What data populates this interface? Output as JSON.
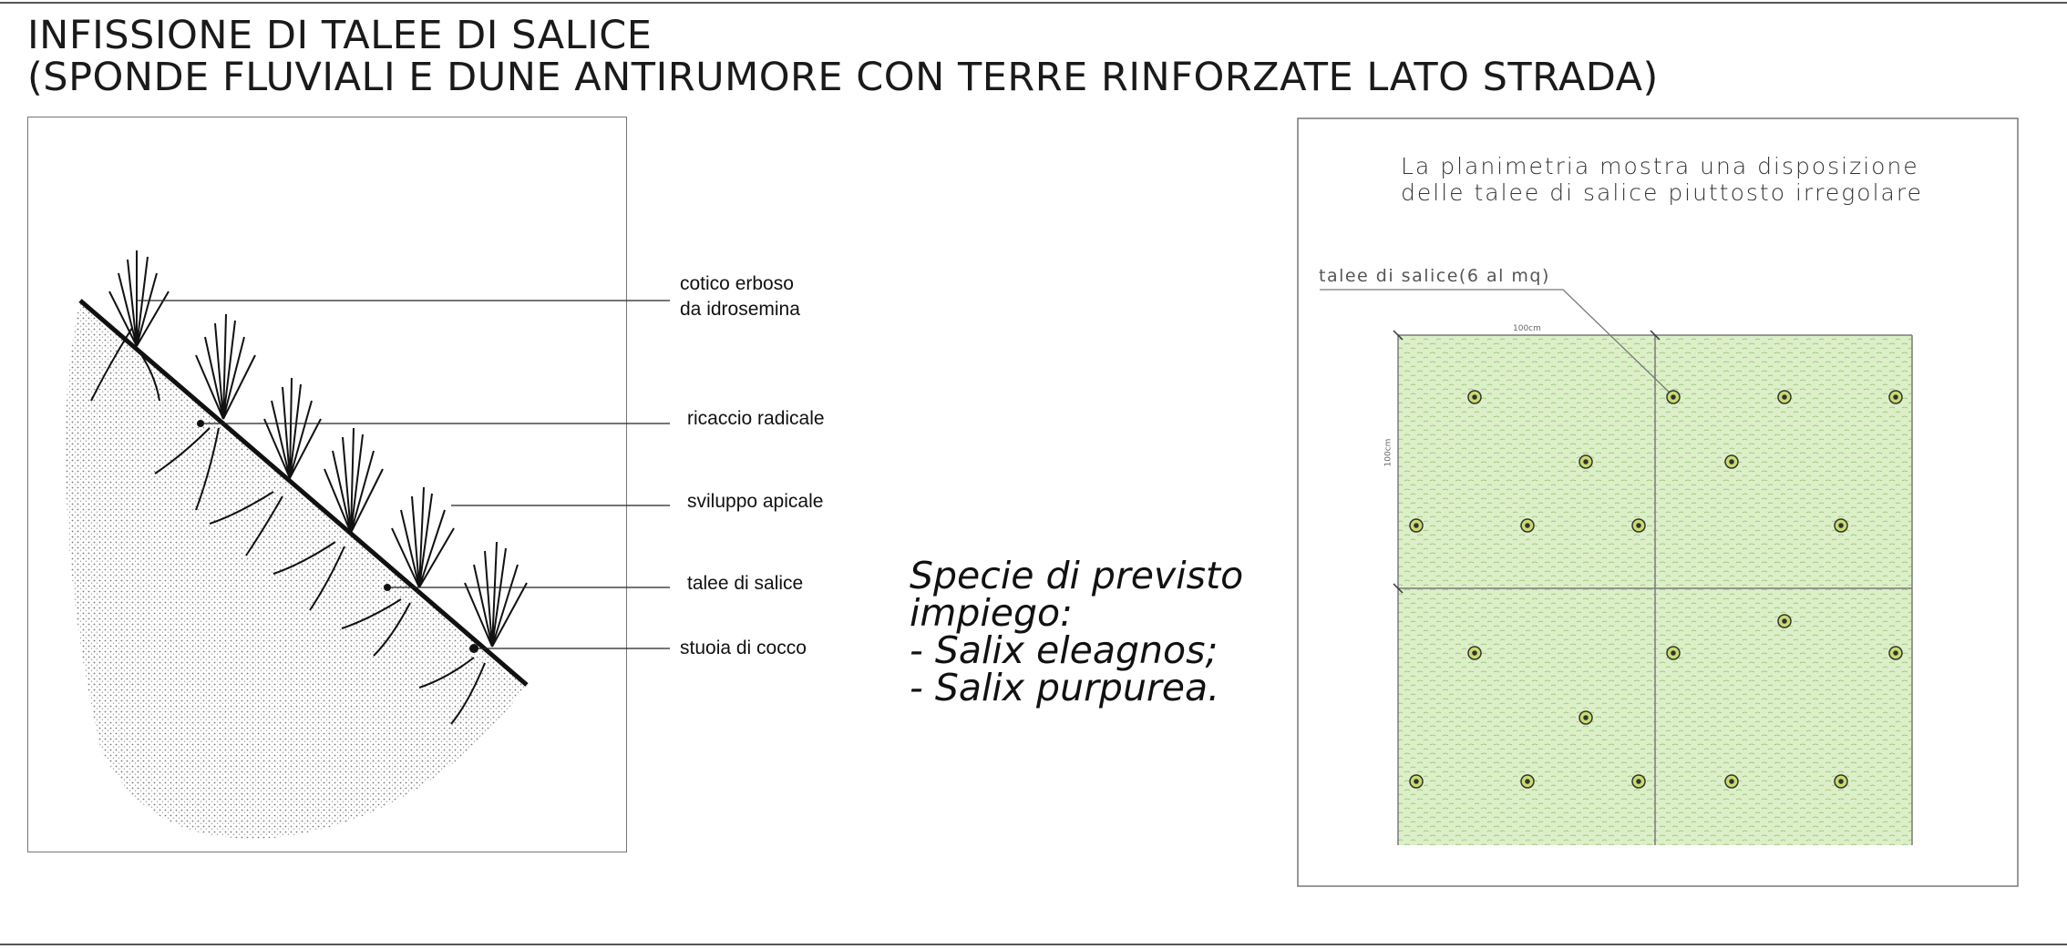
{
  "title": {
    "line1": "INFISSIONE DI TALEE DI SALICE",
    "line2": "(SPONDE FLUVIALI E DUNE ANTIRUMORE CON TERRE RINFORZATE LATO STRADA)"
  },
  "section_labels": {
    "cotico_1": "cotico erboso",
    "cotico_2": "da idrosemina",
    "ricaccio": "ricaccio radicale",
    "sviluppo": "sviluppo apicale",
    "talee": "talee di salice",
    "stuoia": "stuoia di cocco"
  },
  "species": {
    "line1": "Specie di previsto",
    "line2": "impiego:",
    "line3": "- Salix eleagnos;",
    "line4": "- Salix purpurea."
  },
  "plan": {
    "note_line1": "La planimetria mostra una disposizione",
    "note_line2": "delle talee di salice piuttosto irregolare",
    "cutting_label": "talee di salice(6 al mq)",
    "dim_top": "100cm",
    "dim_left": "100cm",
    "fill_color": "#dcefc8",
    "marker_color": "#c8dc6e"
  }
}
